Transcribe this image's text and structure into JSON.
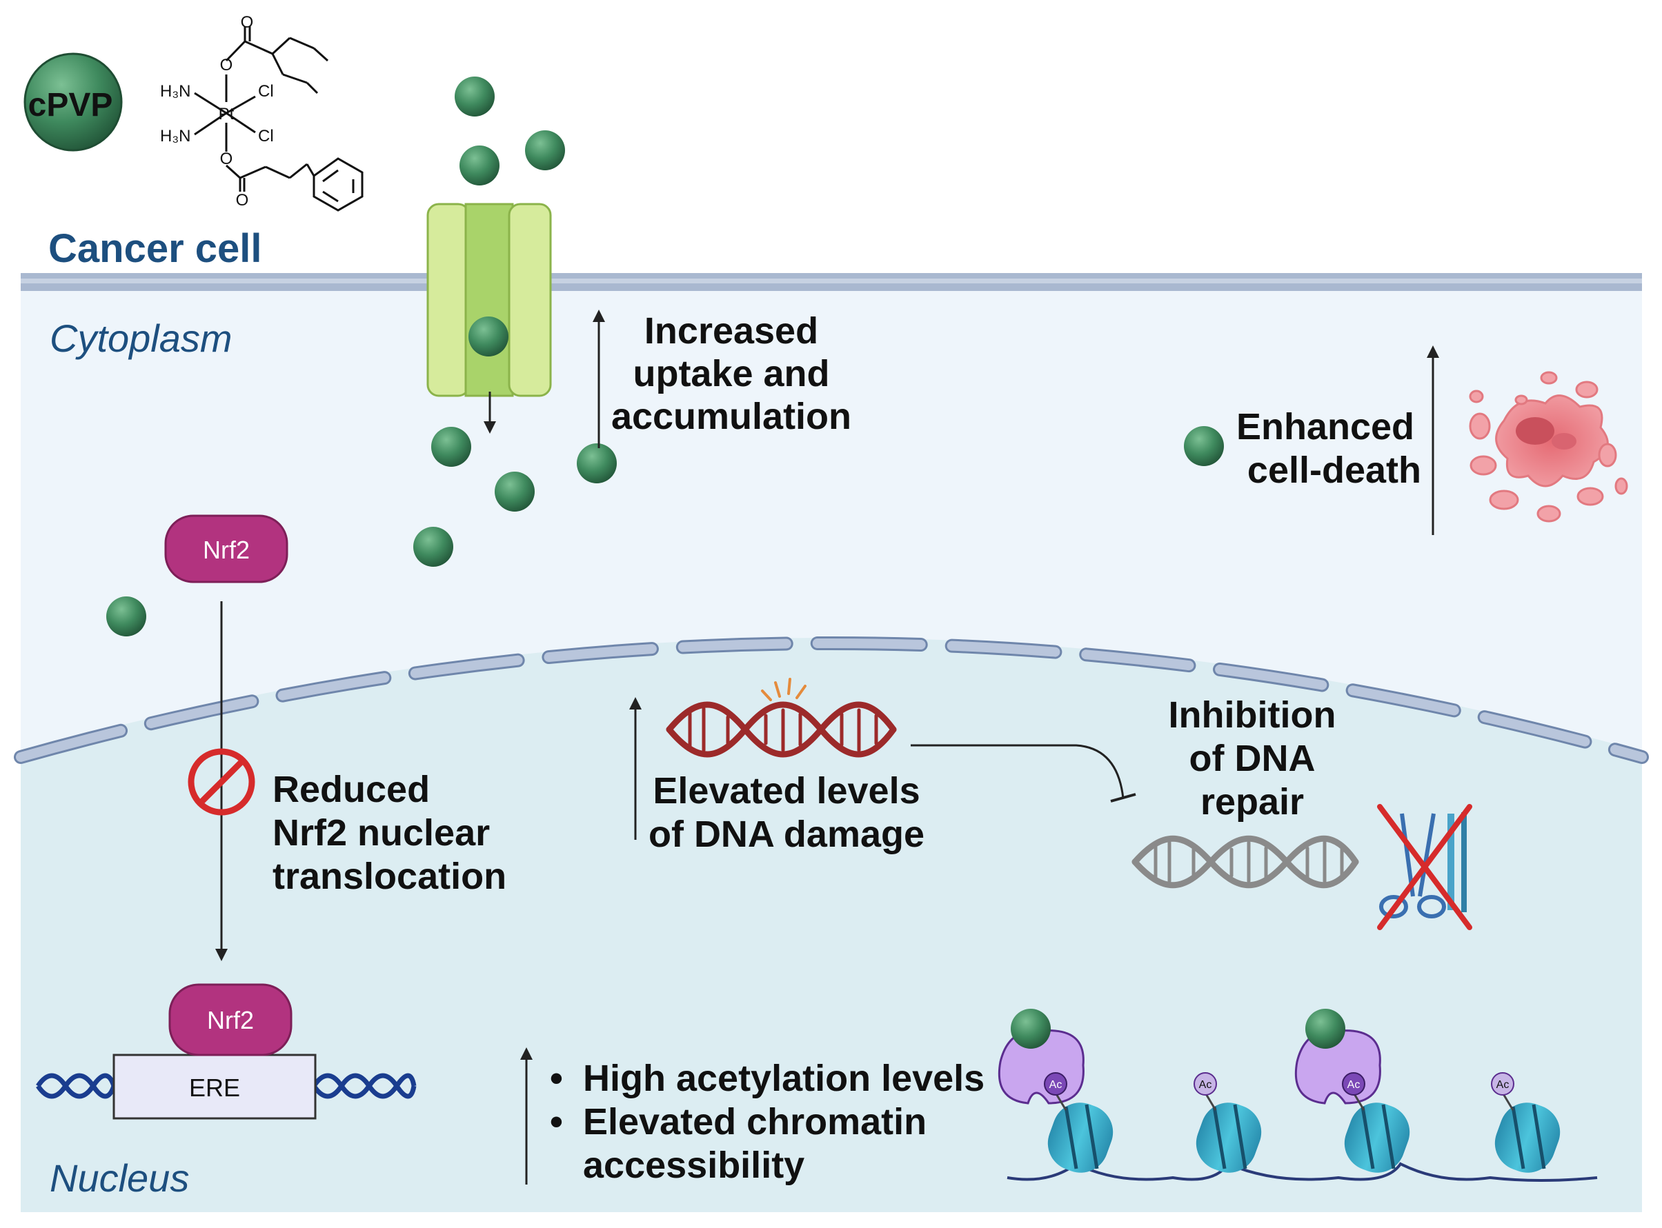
{
  "drug": {
    "badge_label": "cPVP",
    "chem_labels": {
      "o_top": "O",
      "o_upper": "O",
      "o_lower": "O",
      "o_bottom": "O",
      "h3n_top": "H₃N",
      "h3n_bottom": "H₃N",
      "pt": "Pt",
      "cl_top": "Cl",
      "cl_bottom": "Cl"
    }
  },
  "labels": {
    "cancer_cell": "Cancer cell",
    "cytoplasm": "Cytoplasm",
    "nucleus": "Nucleus",
    "uptake": [
      "Increased",
      "uptake and",
      "accumulation"
    ],
    "cell_death": [
      "Enhanced",
      "cell-death"
    ],
    "nrf2_top": "Nrf2",
    "nrf2_bottom": "Nrf2",
    "ere": "ERE",
    "nrf2_reduced": [
      "Reduced",
      "Nrf2 nuclear",
      "translocation"
    ],
    "dna_damage": [
      "Elevated levels",
      "of DNA damage"
    ],
    "dna_repair": [
      "Inhibition",
      "of DNA",
      "repair"
    ],
    "acetylation": [
      "High acetylation levels",
      "Elevated chromatin",
      "accessibility"
    ],
    "bullet": "•",
    "ac": "Ac"
  },
  "colors": {
    "drug_green": "#3f8a5e",
    "membrane": "#a9b8d0",
    "cytoplasm_bg": "#eef5fb",
    "nucleus_bg": "#dcedf2",
    "nrf2_magenta": "#b2337f",
    "channel_green": "#c9e38a",
    "dna_red": "#9c2a2a",
    "dna_gray": "#8a8a8a",
    "histone": "#3ab5cf",
    "hat_purple": "#c9a6ef",
    "no_symbol_red": "#d62b2b",
    "text_navy": "#1d4f7f"
  }
}
